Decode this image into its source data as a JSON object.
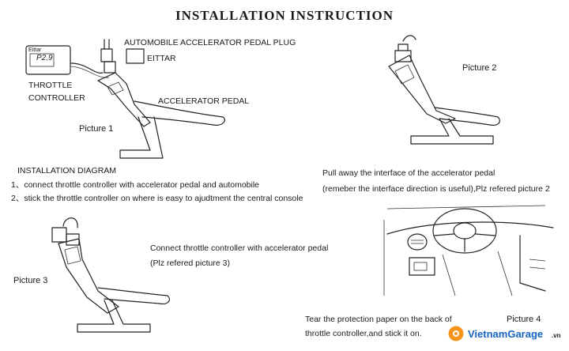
{
  "title": "INSTALLATION INSTRUCTION",
  "picture1": {
    "plug_label": "AUTOMOBILE ACCELERATOR PEDAL PLUG",
    "eittar_label": "EITTAR",
    "throttle_label_line1": "THROTTLE",
    "throttle_label_line2": "CONTROLLER",
    "pedal_label": "ACCELERATOR PEDAL",
    "caption": "Picture 1",
    "device_brand": "Eittar",
    "device_display": "P2.9"
  },
  "picture2": {
    "caption": "Picture 2"
  },
  "diagram": {
    "heading": "INSTALLATION DIAGRAM",
    "step1": "1、connect throttle controller with accelerator pedal and automobile",
    "step2": "2、stick the throttle controller on where is easy to ajudtment the central console"
  },
  "pull": {
    "line1": "Pull away the interface of the accelerator pedal",
    "line2": "(remeber the interface direction is useful),Plz refered picture 2"
  },
  "picture3": {
    "caption": "Picture 3",
    "line1": "Connect throttle controller with accelerator pedal",
    "line2": "(Plz refered picture 3)"
  },
  "picture4": {
    "caption": "Picture 4",
    "line1": "Tear the protection paper on the back of",
    "line2": "throttle controller,and stick it on."
  },
  "watermark": {
    "brand": "VietnamGarage",
    "suffix": ".vn"
  },
  "colors": {
    "watermark_orange": "#f7941d",
    "watermark_blue": "#1565c0",
    "ink": "#1a1a1a"
  }
}
